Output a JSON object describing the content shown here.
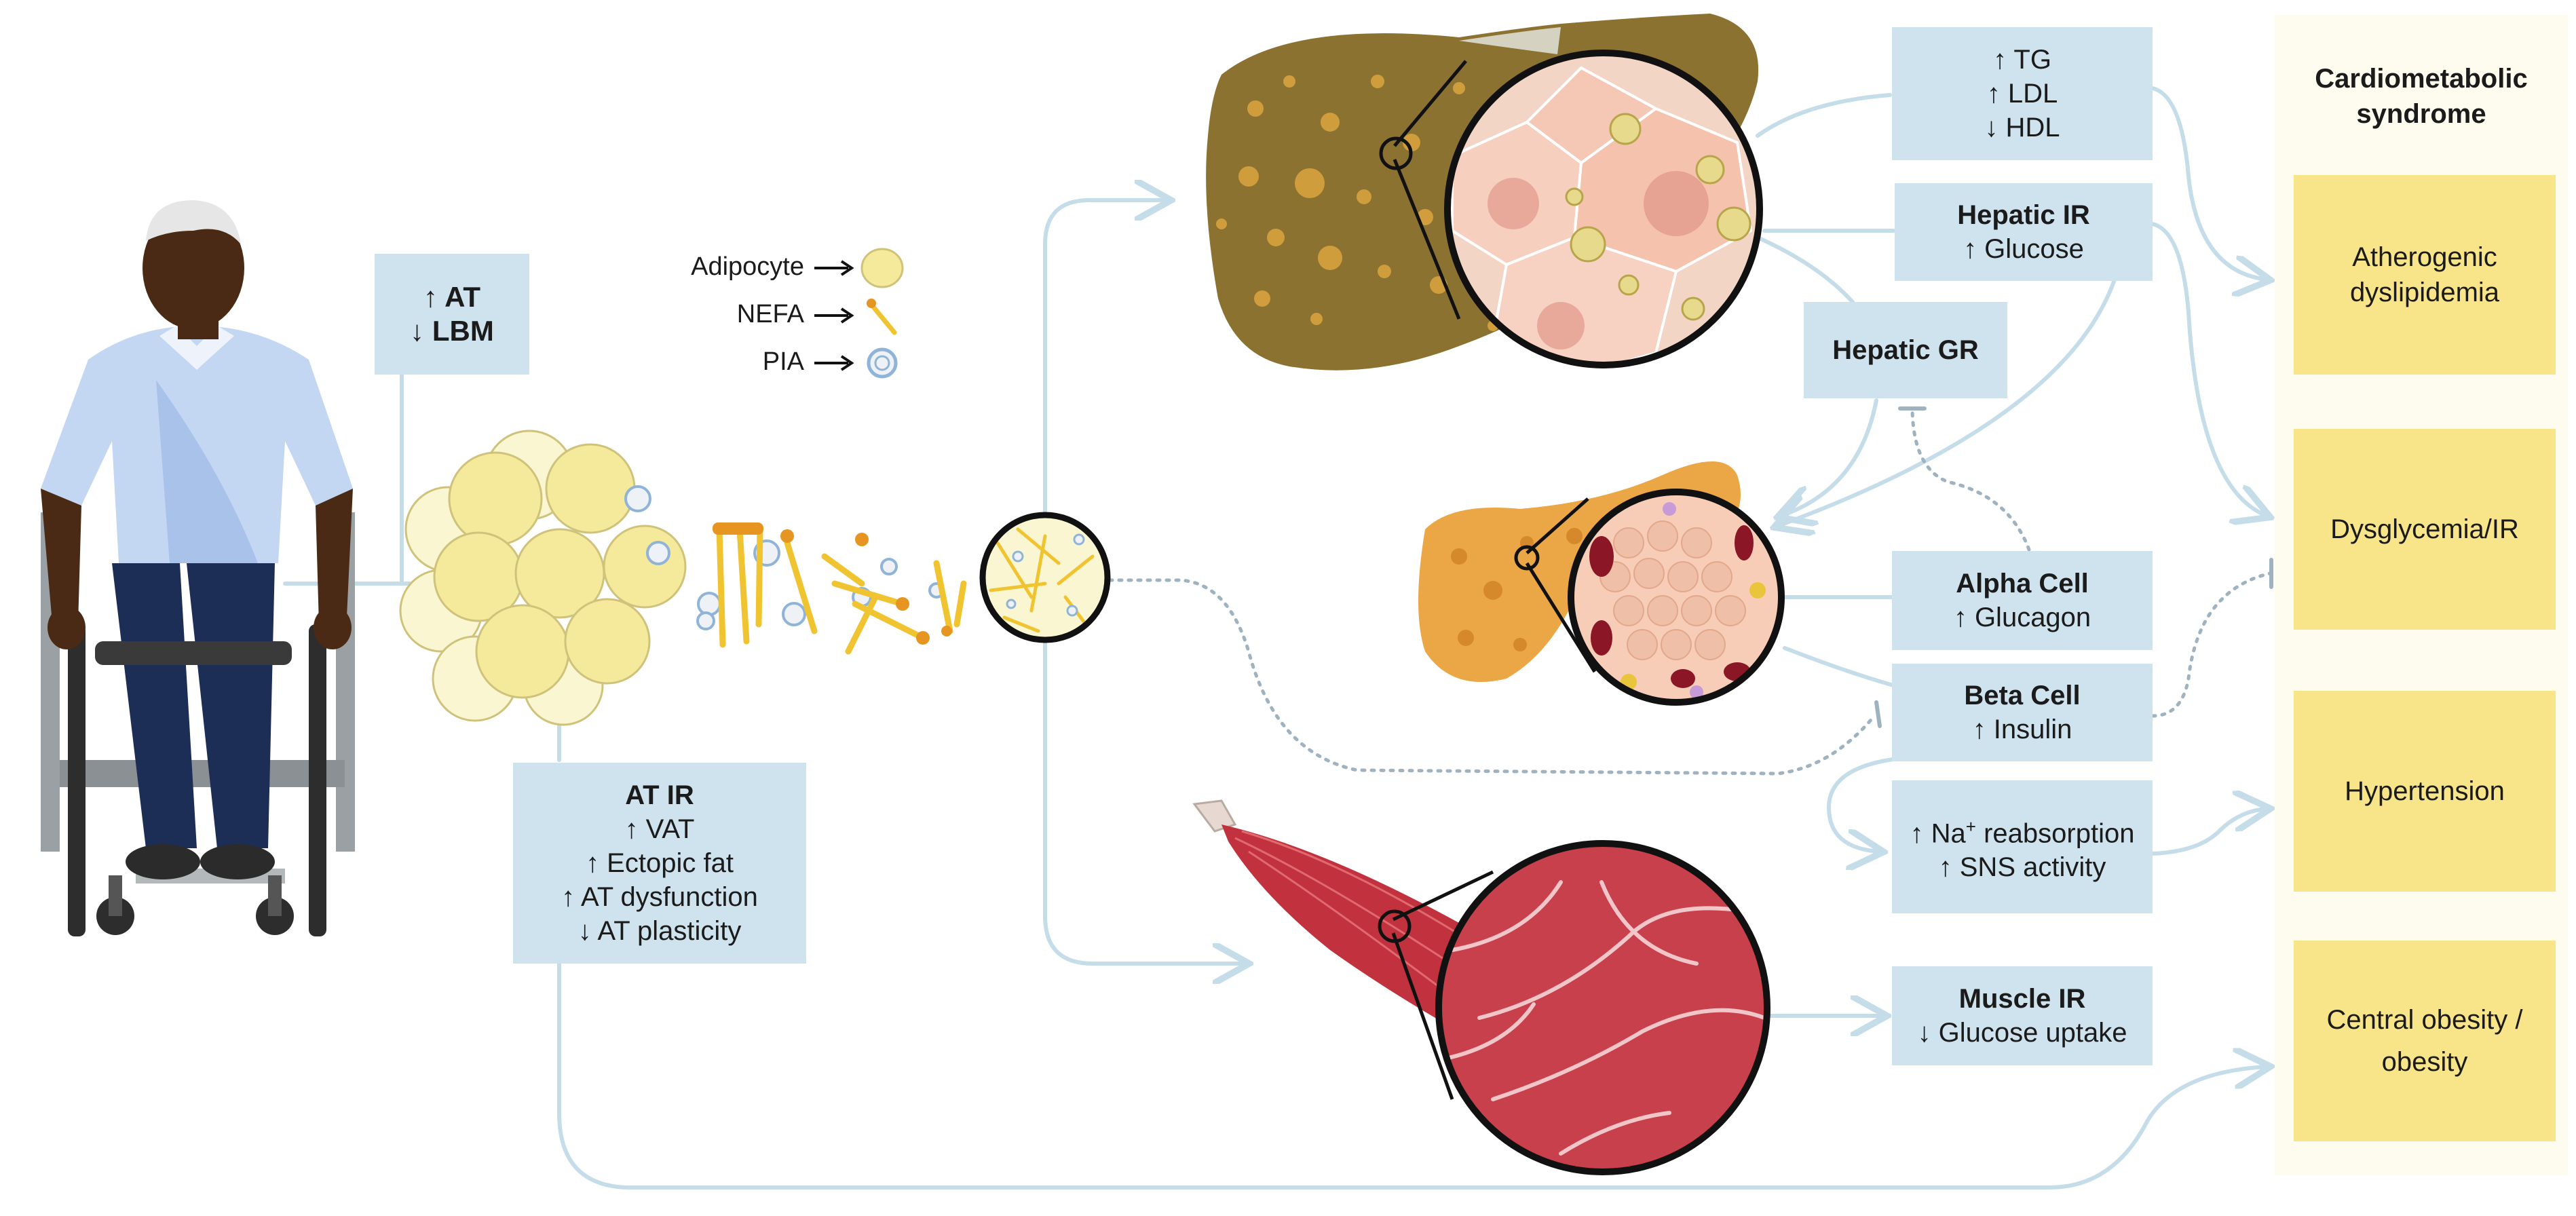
{
  "legend": {
    "adipocyte": "Adipocyte",
    "nefa": "NEFA",
    "pia": "PIA"
  },
  "body_comp": {
    "line1": "↑ AT",
    "line2": "↓ LBM"
  },
  "at_ir": {
    "title": "AT IR",
    "items": [
      "↑ VAT",
      "↑ Ectopic fat",
      "↑ AT dysfunction",
      "↓ AT plasticity"
    ]
  },
  "lipids": {
    "lines": [
      "↑ TG",
      "↑ LDL",
      "↓ HDL"
    ]
  },
  "hepatic_ir": {
    "title": "Hepatic IR",
    "sub": "↑ Glucose"
  },
  "hepatic_gr": {
    "title": "Hepatic GR"
  },
  "alpha_cell": {
    "title": "Alpha Cell",
    "sub": "↑ Glucagon"
  },
  "beta_cell": {
    "title": "Beta Cell",
    "sub": "↑ Insulin"
  },
  "renal": {
    "line1_pre": "↑ Na",
    "line1_sup": "+",
    "line1_post": " reabsorption",
    "line2": "↑ SNS activity"
  },
  "muscle_ir": {
    "title": "Muscle IR",
    "sub": "↓ Glucose uptake"
  },
  "syndrome": {
    "title_line1": "Cardiometabolic",
    "title_line2": "syndrome",
    "items": [
      "Atherogenic dyslipidemia",
      "Dysglycemia/IR",
      "Hypertension",
      "Central obesity / obesity"
    ]
  },
  "colors": {
    "box_blue": "#cfe3ef",
    "box_yellow": "#f8e58a",
    "arrow": "#c5dce9",
    "panel": "#fdfcef",
    "adipocyte": "#f5ea9c",
    "liver": "#8c7230",
    "muscle": "#c2323e"
  },
  "icons": [
    "person-wheelchair-icon",
    "adipose-tissue-icon",
    "liver-icon",
    "pancreas-icon",
    "muscle-icon"
  ]
}
